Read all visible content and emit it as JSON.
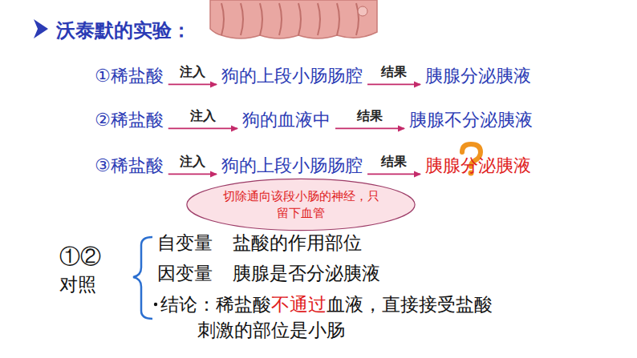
{
  "diagram": {
    "title": "沃泰默的实验：",
    "nodes": [
      {
        "text": [
          "①稀盐酸"
        ]
      },
      {
        "text": [
          "狗的上段小肠肠腔"
        ]
      },
      {
        "text": [
          "胰腺分泌胰液"
        ]
      },
      {
        "text": [
          "②稀盐酸"
        ]
      },
      {
        "text": [
          "狗的血液中"
        ]
      },
      {
        "text": [
          "胰腺不分泌胰液"
        ]
      },
      {
        "text": [
          "③稀盐酸"
        ]
      },
      {
        "text": [
          "狗的上段小肠肠腔"
        ]
      },
      {
        "text": [
          "胰腺分泌胰液"
        ]
      },
      {
        "text": [
          "切除通向该段小肠的神经，只留下血管"
        ]
      }
    ],
    "edges": [
      {
        "from": 0,
        "to": 1,
        "arrow": "to",
        "label": "注入"
      },
      {
        "from": 1,
        "to": 2,
        "arrow": "to",
        "label": "结果"
      },
      {
        "from": 3,
        "to": 4,
        "arrow": "to",
        "label": "注入"
      },
      {
        "from": 4,
        "to": 5,
        "arrow": "to",
        "label": "结果"
      },
      {
        "from": 6,
        "to": 7,
        "arrow": "to",
        "label": "注入"
      },
      {
        "from": 7,
        "to": 8,
        "arrow": "to",
        "label": "结果"
      }
    ],
    "labels": [
      "①②",
      "对照",
      "自变量",
      "盐酸的作用部位",
      "因变量",
      "胰腺是否分泌胰液",
      "结论：稀盐酸",
      "不通过",
      "血液，直接接受盐酸刺激的部位是小肠"
    ]
  }
}
